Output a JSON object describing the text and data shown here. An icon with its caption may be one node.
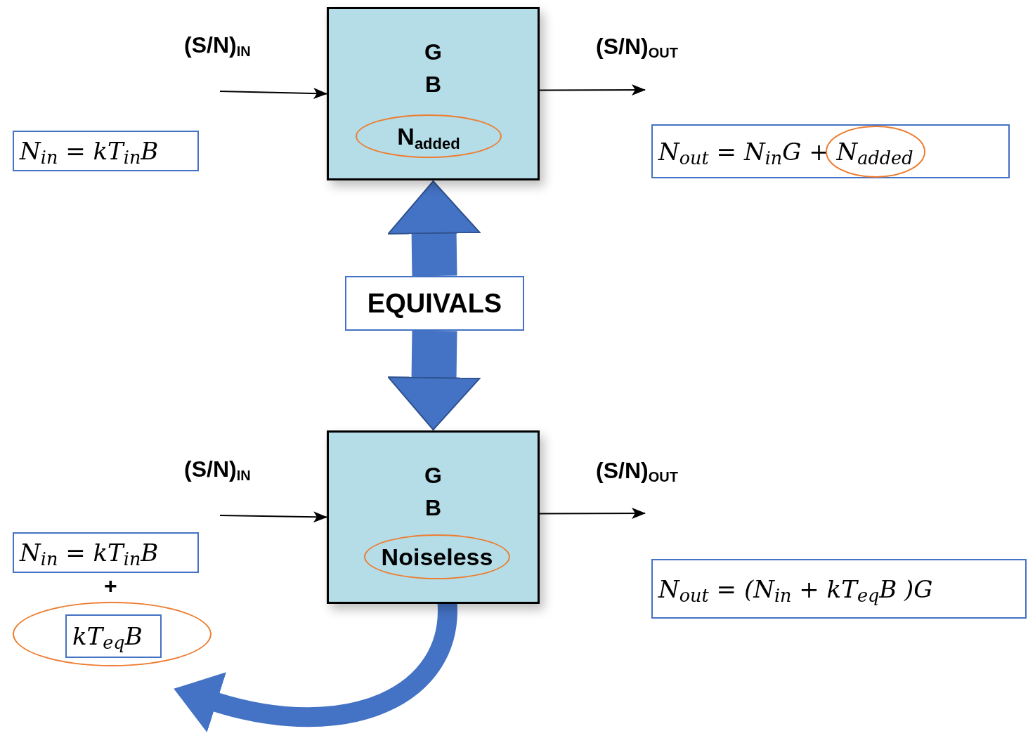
{
  "diagram": {
    "nodes": [
      {
        "text": [
          "G",
          "B"
        ]
      },
      {
        "text": [
          "N$_{added}$"
        ],
        "in": 0
      },
      {
        "text": [
          "N$_{in}$ = kT$_{in}$B"
        ]
      },
      {
        "text": [
          "N$_{out}$ = N$_{in}$G + N$_{added}$"
        ]
      },
      {
        "text": [
          "EQUIVALS"
        ]
      },
      {
        "text": [
          "G",
          "B"
        ]
      },
      {
        "text": [
          "Noiseless"
        ],
        "in": 5
      },
      {
        "text": [
          "N$_{in}$ = kT$_{in}$B"
        ]
      },
      {
        "text": [],
        "shape": "circle"
      },
      {
        "text": [
          "kT$_{eq}$B"
        ],
        "in": 8
      },
      {
        "text": [
          "N$_{out}$ = (N$_{in}$ + kT$_{eq}$B )G"
        ]
      }
    ],
    "edges": [
      {
        "from": null,
        "to": 0,
        "arrow": "to",
        "label": "(S/N)$_{IN}$"
      },
      {
        "from": 0,
        "to": null,
        "arrow": "to",
        "label": "(S/N)$_{OUT}$"
      },
      {
        "from": 4,
        "to": 0,
        "arrow": "to",
        "style": "thick",
        "color": "#4472c4"
      },
      {
        "from": 4,
        "to": 5,
        "arrow": "to",
        "style": "thick",
        "color": "#4472c4"
      },
      {
        "from": null,
        "to": 5,
        "arrow": "to",
        "label": "(S/N)$_{IN}$"
      },
      {
        "from": 5,
        "to": null,
        "arrow": "to",
        "label": "(S/N)$_{OUT}$"
      },
      {
        "from": 5,
        "to": 8,
        "arrow": "to",
        "style": "thick",
        "color": "#4472c4"
      }
    ],
    "labels": [
      "+"
    ]
  }
}
